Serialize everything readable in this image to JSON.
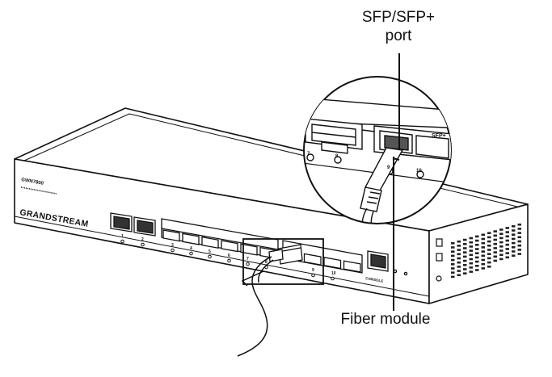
{
  "callouts": {
    "sfp_line1": "SFP/SFP+",
    "sfp_line2": "port",
    "fiber": "Fiber module"
  },
  "device": {
    "brand_logo": "GRANDSTREAM",
    "model_text": "GWN7800",
    "port_numbers": [
      "1",
      "2",
      "3",
      "4",
      "5",
      "6",
      "7",
      "8",
      "9",
      "10"
    ],
    "magnified_port_numbers": [
      "7",
      "8",
      "9",
      "10"
    ],
    "console_label": "CONSOLE",
    "sfp_tag": "SFP+"
  },
  "colors": {
    "line": "#111111",
    "fill": "#ffffff",
    "vent": "#222222"
  },
  "icons": [
    "fiber-cable-icon",
    "sfp-module-icon",
    "magnifier-circle"
  ]
}
